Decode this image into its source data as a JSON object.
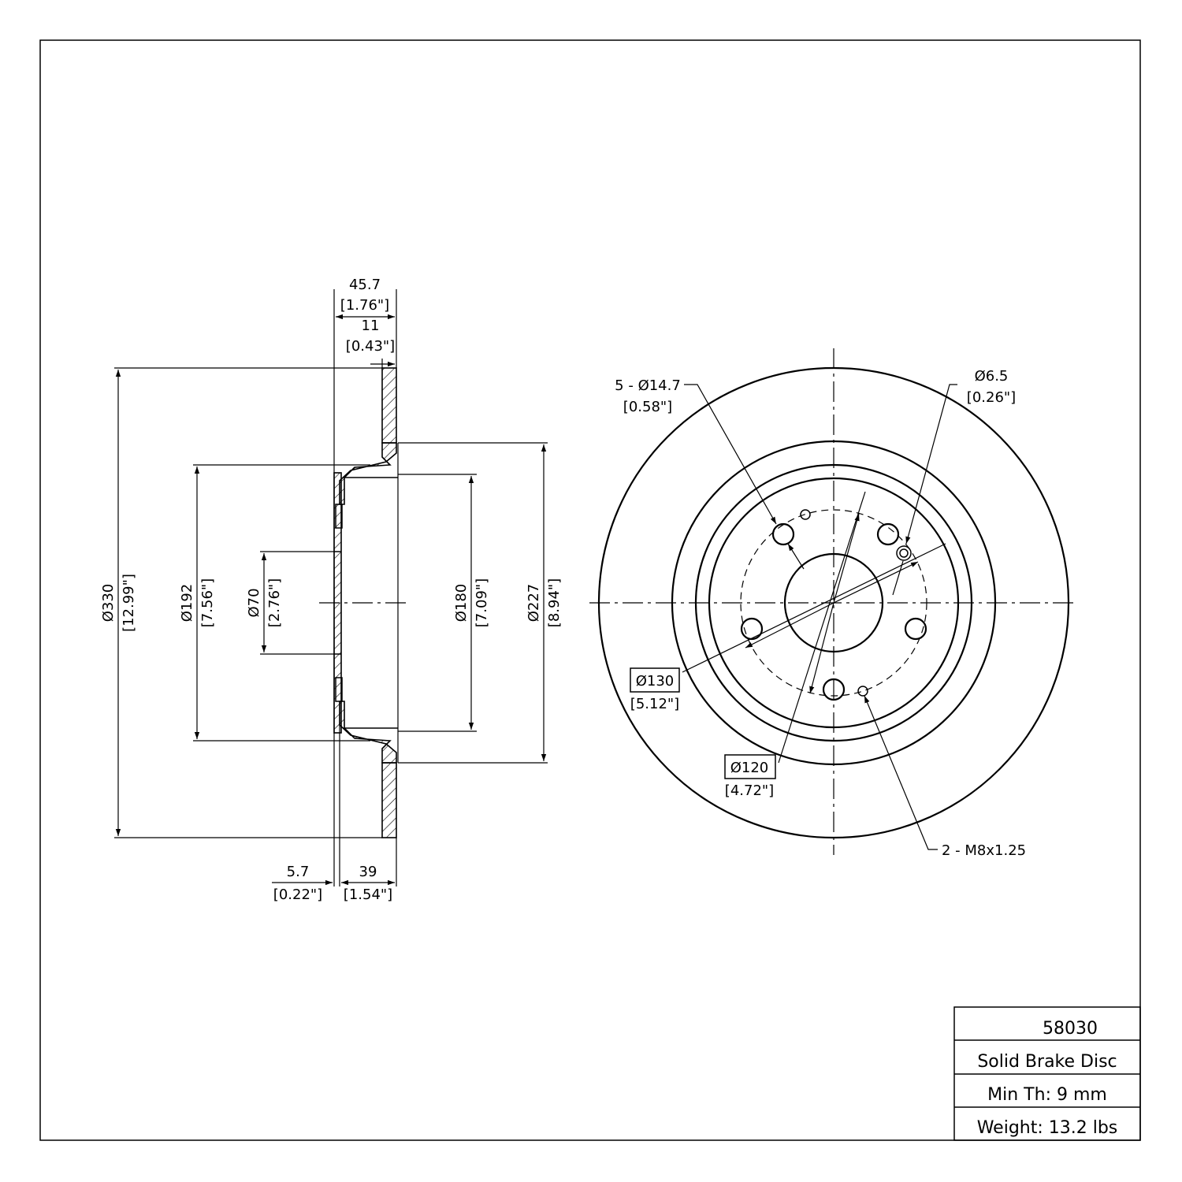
{
  "side_view": {
    "width_overall": {
      "mm": "45.7",
      "in": "[1.76\"]"
    },
    "rotor_thickness": {
      "mm": "11",
      "in": "[0.43\"]"
    },
    "hat_offset": {
      "mm": "5.7",
      "in": "[0.22\"]"
    },
    "hat_depth": {
      "mm": "39",
      "in": "[1.54\"]"
    },
    "outer_diameter": {
      "mm": "Ø330",
      "in": "[12.99\"]"
    },
    "d192": {
      "mm": "Ø192",
      "in": "[7.56\"]"
    },
    "center_bore": {
      "mm": "Ø70",
      "in": "[2.76\"]"
    },
    "d180": {
      "mm": "Ø180",
      "in": "[7.09\"]"
    },
    "d227": {
      "mm": "Ø227",
      "in": "[8.94\"]"
    }
  },
  "front_view": {
    "lug_holes": {
      "mm": "5 - Ø14.7",
      "in": "[0.58\"]"
    },
    "small_hole": {
      "mm": "Ø6.5",
      "in": "[0.26\"]"
    },
    "bolt_circle": {
      "mm": "Ø130",
      "in": "[5.12\"]"
    },
    "pilot_circle": {
      "mm": "Ø120",
      "in": "[4.72\"]"
    },
    "threaded_holes": "2 - M8x1.25"
  },
  "title_block": {
    "part_number": "58030",
    "description": "Solid Brake Disc",
    "min_thickness": "Min Th: 9 mm",
    "weight": "Weight: 13.2 lbs"
  }
}
